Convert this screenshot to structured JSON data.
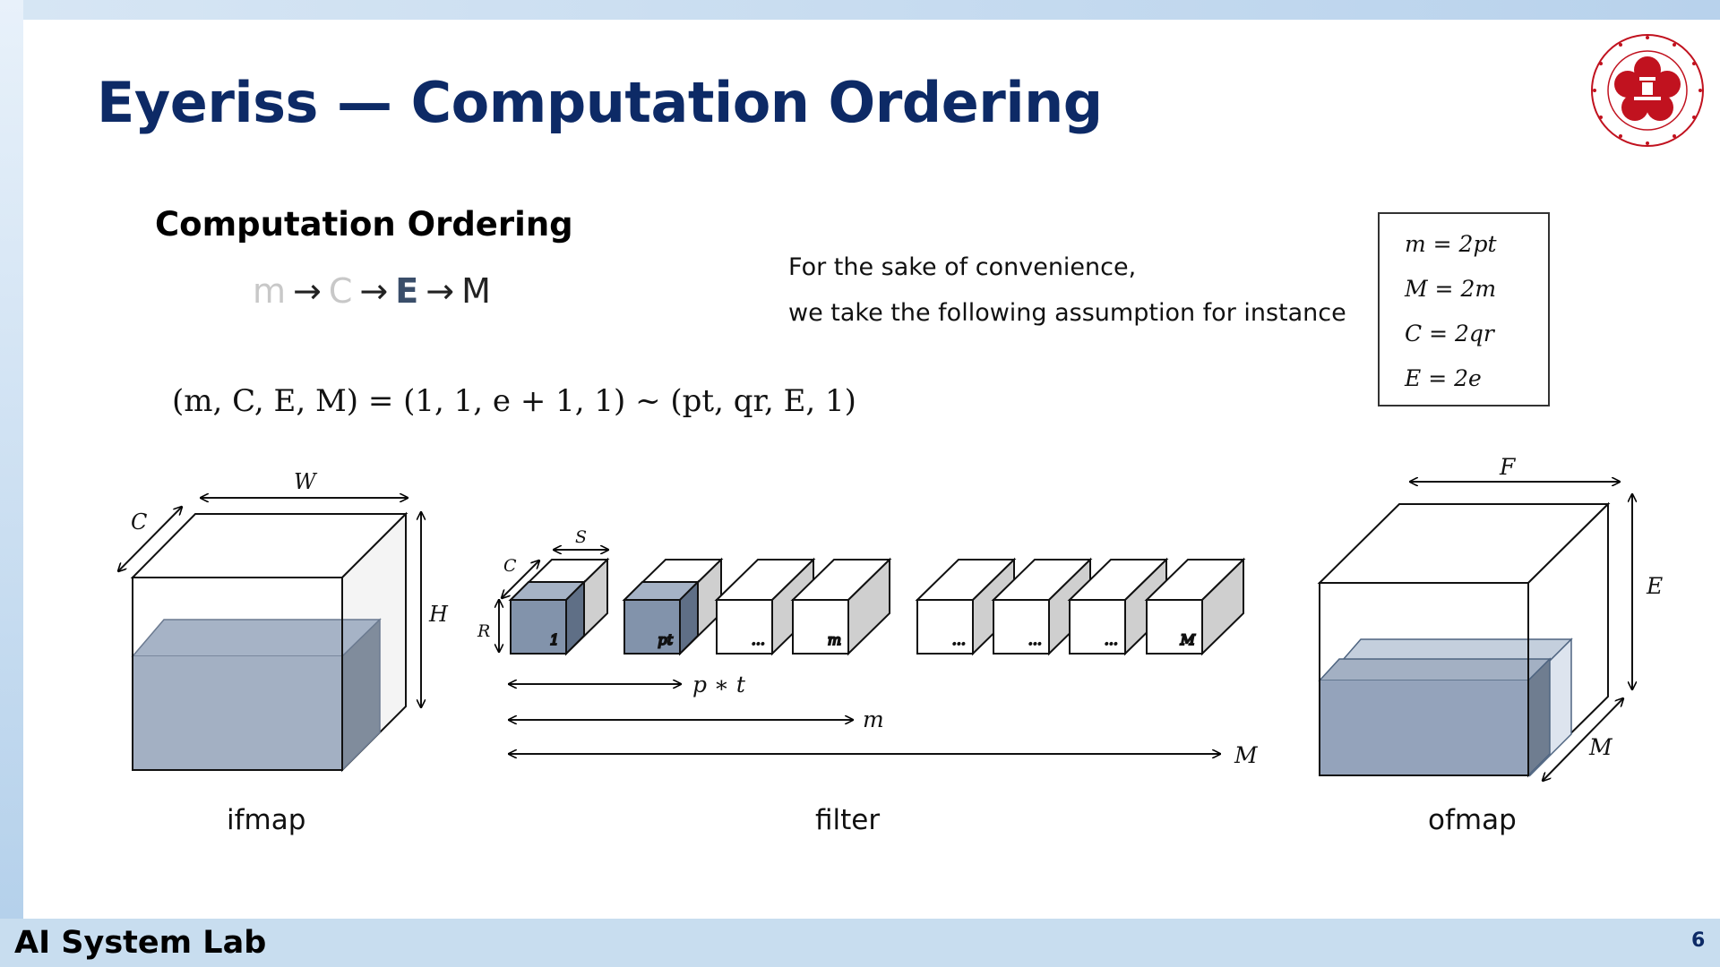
{
  "slide": {
    "title": "Eyeriss — Computation Ordering",
    "subtitle": "Computation Ordering",
    "order": {
      "m": "m",
      "arrow": "→",
      "c": "C",
      "e": "E",
      "big_m": "M"
    },
    "formula": "(m, C, E, M)  =  (1, 1, e + 1, 1) ~ (pt, qr, E, 1)",
    "note": {
      "line1": "For the sake of convenience,",
      "line2": "we take the following assumption for instance"
    },
    "assumptions": [
      "m  = 2pt",
      "M  =  2m",
      "C  =  2qr",
      "E  =  2e"
    ],
    "footer": {
      "lab": "AI System Lab",
      "page": "6"
    }
  },
  "diagram": {
    "ifmap": {
      "caption": "ifmap",
      "labels": {
        "w": "W",
        "c": "C",
        "h": "H"
      }
    },
    "filter": {
      "caption": "filter",
      "labels": {
        "s": "S",
        "c": "C",
        "r": "R"
      },
      "boxes": [
        "1",
        "pt",
        "...",
        "m",
        "...",
        "...",
        "...",
        "M"
      ],
      "spans": [
        "p ∗ t",
        "m",
        "M"
      ]
    },
    "ofmap": {
      "caption": "ofmap",
      "labels": {
        "f": "F",
        "e": "E",
        "m": "M"
      }
    }
  },
  "colors": {
    "title": "#0d2a66",
    "frame": "#c8ddef",
    "fill_dark": "#8293ab",
    "fill_light": "#a6b3c6",
    "logo": "#c1121f"
  },
  "icons": {
    "logo": "university-seal-icon"
  }
}
